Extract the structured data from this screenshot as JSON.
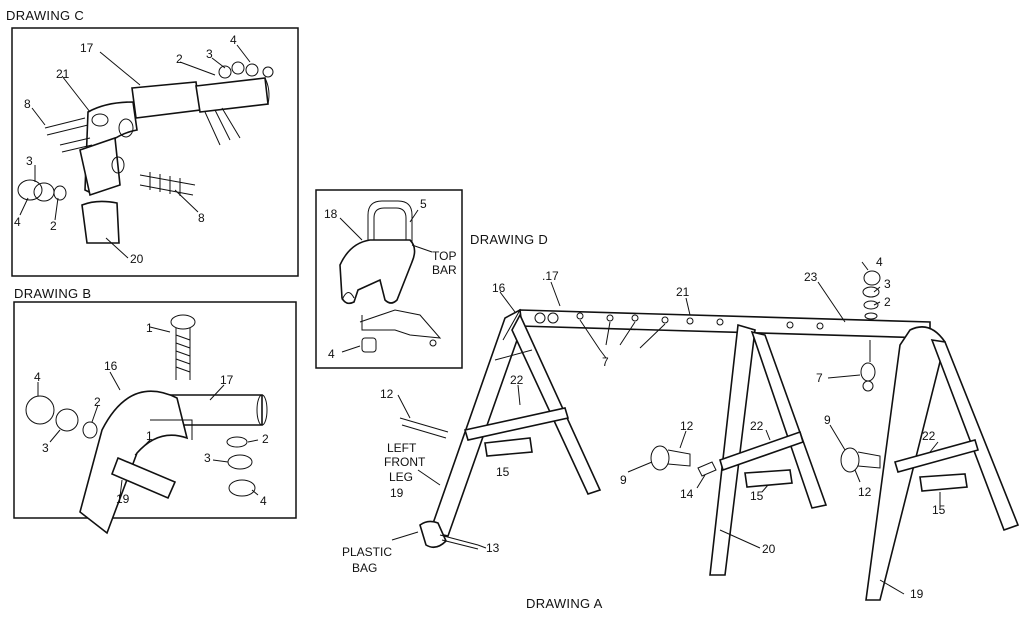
{
  "drawings": {
    "c": {
      "title": "DRAWING C",
      "callouts": [
        "17",
        "21",
        "2",
        "3",
        "4",
        "8",
        "3",
        "4",
        "2",
        "8",
        "20"
      ]
    },
    "b": {
      "title": "DRAWING B",
      "callouts": [
        "1",
        "16",
        "17",
        "4",
        "3",
        "2",
        "2",
        "3",
        "4",
        "1",
        "19"
      ]
    },
    "d": {
      "title": "DRAWING D",
      "callouts": [
        "18",
        "5",
        "4"
      ],
      "top_bar_line1": "TOP",
      "top_bar_line2": "BAR"
    },
    "a": {
      "title": "DRAWING A",
      "callouts": [
        "16",
        ".17",
        "21",
        "23",
        "4",
        "3",
        "2",
        "7",
        "7",
        "22",
        "12",
        "12",
        "22",
        "9",
        "22",
        "9",
        "14",
        "15",
        "12",
        "15",
        "15",
        "20",
        "19",
        "13"
      ],
      "left_front_leg": [
        "LEFT",
        "FRONT",
        "LEG",
        "19"
      ],
      "plastic_bag": [
        "PLASTIC",
        "BAG"
      ]
    }
  }
}
